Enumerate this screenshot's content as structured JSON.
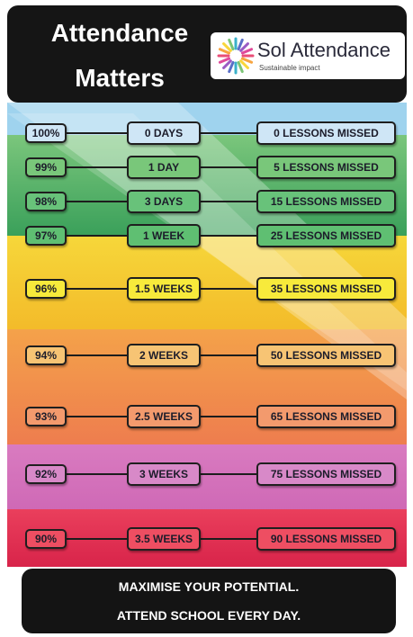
{
  "header": {
    "title_line1": "Attendance",
    "title_line2": "Matters"
  },
  "logo": {
    "name": "Sol Attendance",
    "tagline": "Sustainable impact",
    "icon": "colorful-burst-icon"
  },
  "rows": [
    {
      "percent": "100%",
      "time": "0 DAYS",
      "lessons": "0 LESSONS MISSED",
      "color": "#cfe6f6"
    },
    {
      "percent": "99%",
      "time": "1 DAY",
      "lessons": "5 LESSONS MISSED",
      "color": "#79c77a"
    },
    {
      "percent": "98%",
      "time": "3 DAYS",
      "lessons": "15 LESSONS MISSED",
      "color": "#68c27a"
    },
    {
      "percent": "97%",
      "time": "1 WEEK",
      "lessons": "25 LESSONS MISSED",
      "color": "#5fbf72"
    },
    {
      "percent": "96%",
      "time": "1.5 WEEKS",
      "lessons": "35 LESSONS MISSED",
      "color": "#f7ea3b"
    },
    {
      "percent": "94%",
      "time": "2 WEEKS",
      "lessons": "50 LESSONS MISSED",
      "color": "#f7c474"
    },
    {
      "percent": "93%",
      "time": "2.5 WEEKS",
      "lessons": "65 LESSONS MISSED",
      "color": "#f39a6d"
    },
    {
      "percent": "92%",
      "time": "3 WEEKS",
      "lessons": "75 LESSONS MISSED",
      "color": "#d889c8"
    },
    {
      "percent": "90%",
      "time": "3.5 WEEKS",
      "lessons": "90 LESSONS MISSED",
      "color": "#ee4e62"
    }
  ],
  "footer": {
    "line1": "MAXIMISE YOUR POTENTIAL.",
    "line2": "ATTEND SCHOOL EVERY DAY."
  }
}
